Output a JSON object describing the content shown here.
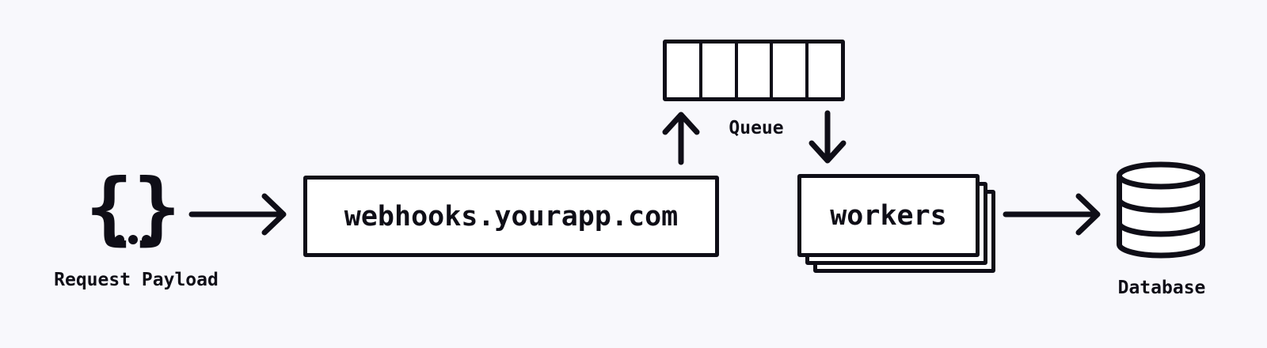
{
  "canvas": {
    "background_color": "#f8f8fc",
    "ink_color": "#0f0e17",
    "node_fill_color": "#ffffff"
  },
  "diagram": {
    "payload": {
      "symbol": "{...}",
      "brace_open": "{",
      "brace_close": "}",
      "dot_count": 3,
      "label": "Request Payload"
    },
    "webhook_server": {
      "label": "webhooks.yourapp.com"
    },
    "queue": {
      "label": "Queue",
      "cell_count": 5
    },
    "workers": {
      "label": "workers",
      "stack_count": 3
    },
    "database": {
      "label": "Database"
    }
  }
}
